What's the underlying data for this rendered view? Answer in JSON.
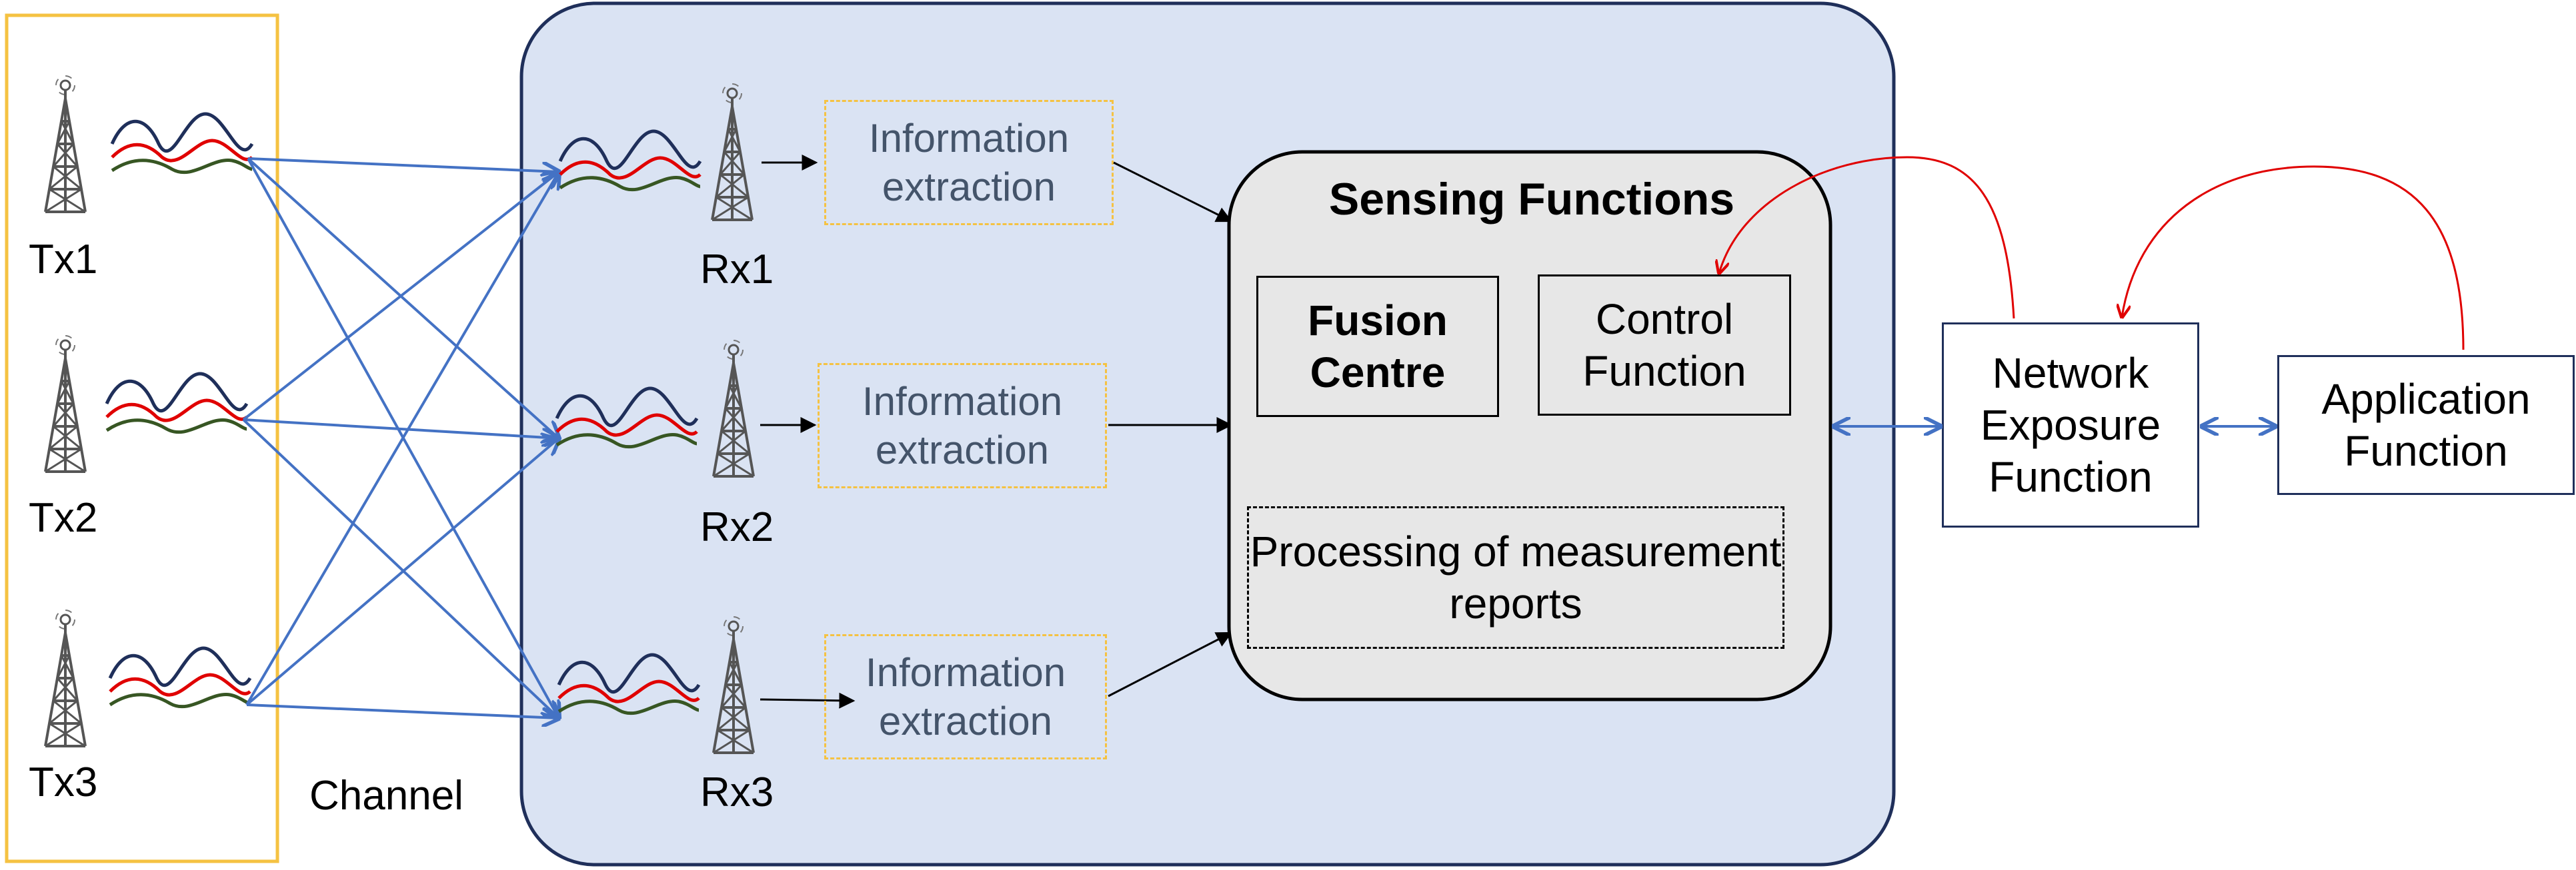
{
  "transmitters": [
    {
      "label": "Tx1"
    },
    {
      "label": "Tx2"
    },
    {
      "label": "Tx3"
    }
  ],
  "receivers": [
    {
      "label": "Rx1"
    },
    {
      "label": "Rx2"
    },
    {
      "label": "Rx3"
    }
  ],
  "channel_label": "Channel",
  "info_extraction": [
    {
      "label": "Information extraction"
    },
    {
      "label": "Information extraction"
    },
    {
      "label": "Information extraction"
    }
  ],
  "sensing": {
    "title": "Sensing Functions",
    "fusion_centre": "Fusion Centre",
    "control_function": "Control Function",
    "processing": "Processing of measurement reports"
  },
  "nef": {
    "label": "Network Exposure Function"
  },
  "af": {
    "label": "Application Function"
  },
  "colors": {
    "tx_box": "#f5c242",
    "rx_region_fill": "#dae3f3",
    "rx_region_border": "#1f2f5a",
    "link_arrow": "#4472c4",
    "info_box_border": "#f5c242",
    "info_text": "#44546a",
    "sensing_fill": "#e7e7e7",
    "wave_dark": "#1f2f5a",
    "wave_red": "#e00000",
    "wave_green": "#375623",
    "control_loop": "#e00000"
  },
  "icons": {
    "antenna": "antenna-tower-icon",
    "signal": "signal-wave-icon"
  }
}
